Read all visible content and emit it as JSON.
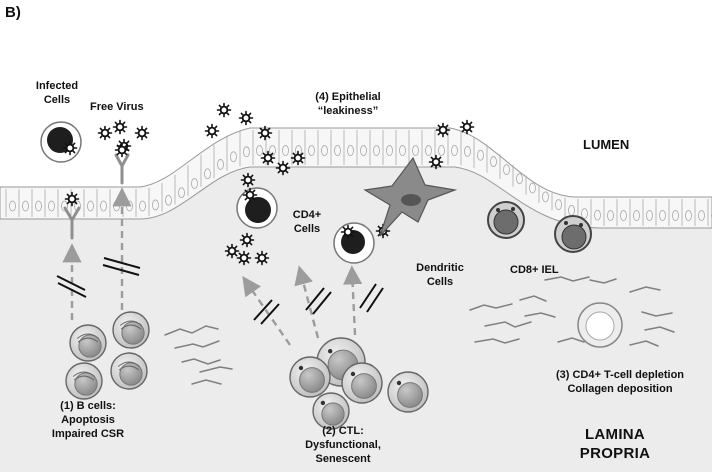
{
  "panel_label": "B)",
  "labels": {
    "infected_cells": [
      "Infected",
      "Cells"
    ],
    "free_virus": "Free Virus",
    "epithelial": [
      "(4) Epithelial",
      "“leakiness”"
    ],
    "lumen": "LUMEN",
    "cd4_cells": [
      "CD4+",
      "Cells"
    ],
    "dendritic_cells": [
      "Dendritic",
      "Cells"
    ],
    "cd8_iel": "CD8+ IEL",
    "b_cells": [
      "(1) B cells:",
      "Apoptosis",
      "Impaired CSR"
    ],
    "ctl": [
      "(2) CTL:",
      "Dysfunctional,",
      "Senescent"
    ],
    "cd4_depletion": [
      "(3) CD4+ T-cell depletion",
      "Collagen deposition"
    ],
    "lamina_propria": [
      "LAMINA",
      "PROPRIA"
    ]
  },
  "colors": {
    "tissue_bg": "#ececec",
    "epithelium_fill": "#f7f7f7",
    "cell_outline": "#9a9a9a",
    "infected_nucleus": "#1e1e1e",
    "dendritic_fill": "#8a8a8a",
    "arrow": "#9c9c9c",
    "collagen": "#7f7f7f"
  }
}
